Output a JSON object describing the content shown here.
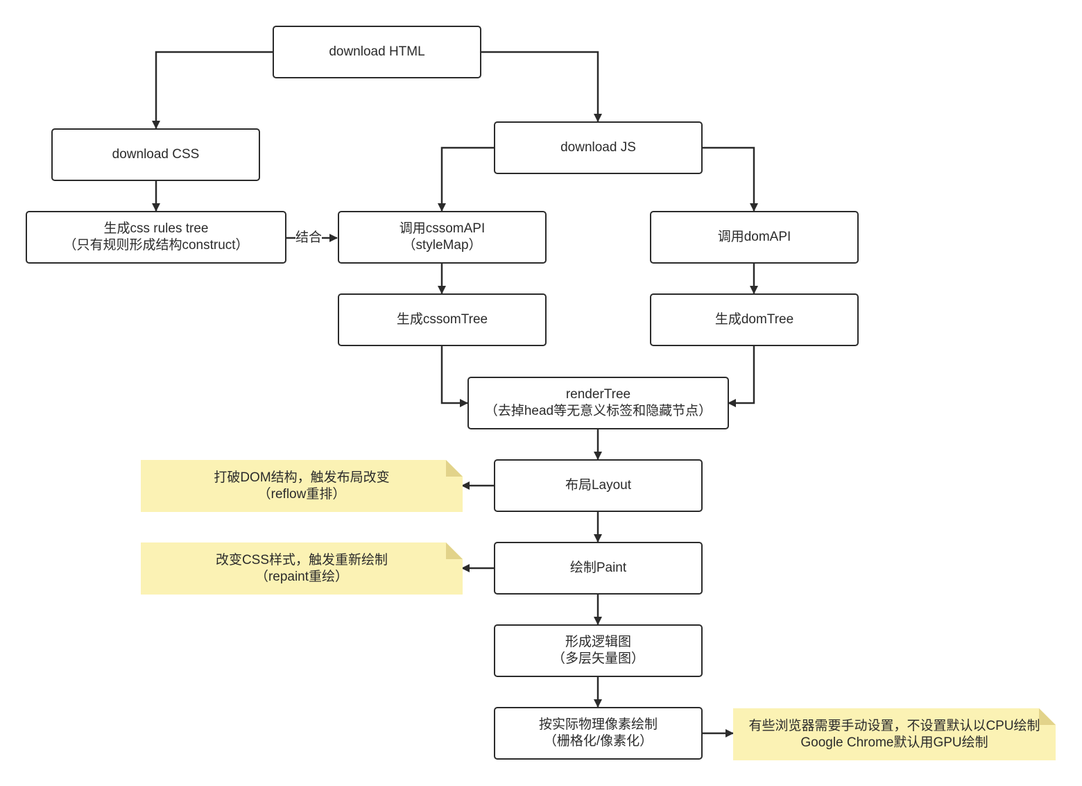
{
  "nodes": {
    "download_html": {
      "line1": "download HTML"
    },
    "download_css": {
      "line1": "download CSS"
    },
    "download_js": {
      "line1": "download JS"
    },
    "css_rules_tree": {
      "line1": "生成css rules tree",
      "line2": "（只有规则形成结构construct）"
    },
    "cssom_api": {
      "line1": "调用cssomAPI",
      "line2": "（styleMap）"
    },
    "dom_api": {
      "line1": "调用domAPI"
    },
    "cssom_tree": {
      "line1": "生成cssomTree"
    },
    "dom_tree": {
      "line1": "生成domTree"
    },
    "render_tree": {
      "line1": "renderTree",
      "line2": "（去掉head等无意义标签和隐藏节点）"
    },
    "layout": {
      "line1": "布局Layout"
    },
    "paint": {
      "line1": "绘制Paint"
    },
    "logic_graph": {
      "line1": "形成逻辑图",
      "line2": "（多层矢量图）"
    },
    "rasterize": {
      "line1": "按实际物理像素绘制",
      "line2": "（栅格化/像素化）"
    }
  },
  "notes": {
    "reflow": {
      "line1": "打破DOM结构，触发布局改变",
      "line2": "（reflow重排）"
    },
    "repaint": {
      "line1": "改变CSS样式，触发重新绘制",
      "line2": "（repaint重绘）"
    },
    "gpu": {
      "line1": "有些浏览器需要手动设置，不设置默认以CPU绘制",
      "line2": "Google Chrome默认用GPU绘制"
    }
  },
  "edge_labels": {
    "combine": "结合"
  }
}
